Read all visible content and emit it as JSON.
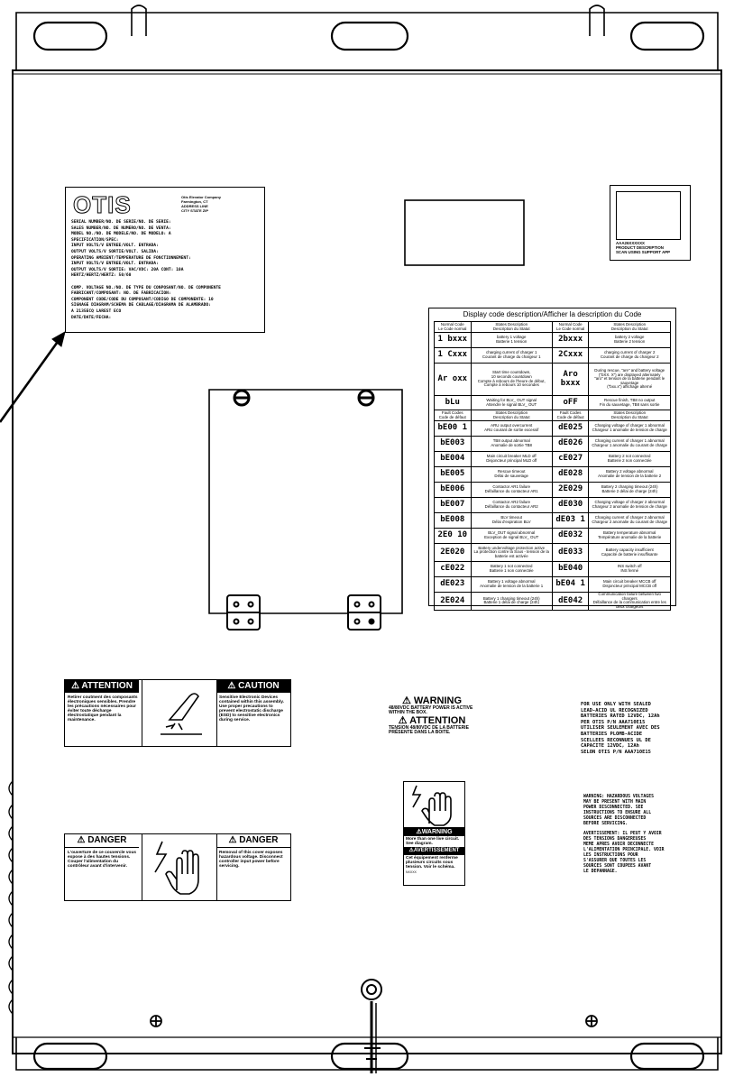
{
  "otis_label": {
    "logo": "OTIS",
    "small_lines": [
      "Otis Elevator Company",
      "Farmington, CT",
      "ADDRESS LINE",
      "CITY STATE ZIP"
    ],
    "lines": [
      "SERIAL NUMBER/NO. DE SERIE/NO. DE SERIE:",
      "SALES NUMBER/NO. DE NUMERO/NO. DE VENTA:",
      "MODEL NO./NO. DE MODELE/NO. DE MODELO: A",
      "SPECIFICATION/SPEC:",
      "INPUT VOLTS/V ENTREE/VOLT. ENTRADA:",
      "OUTPUT VOLTS/V SORTIE/VOLT. SALIDA:",
      "OPERATING AMBIENT/TEMPERATURE DE FONCTIONNEMENT:",
      "INPUT VOLTS/V ENTREE/VOLT. ENTRADA:",
      "OUTPUT VOLTS/V SORTIE:        VAC/VDC: 20A  CONT: 10A",
      "HERTZ/HERTZ/HERTZ: 50/60",
      "",
      "COMP. VOLTAGE NO./NO. DE TYPE DU CONPOSANT/NO. DE COMPONENTE",
      "FABRICANT/COMPOSANT: NO. DE FABRICACION:",
      "COMPONENT CODE/CODE DU COMPOSANT/CODIGO DE COMPONENTE: 10",
      "SIGNAGE DIAGRAM/SCHEMA DE CABLAGE/DIAGRAMA DE ALAMBRADO:",
      "A  2135ECQ LAREST ECO",
      "DATE/DATE/FECHA:"
    ]
  },
  "qr_label": {
    "caption": [
      "AAA26XXXXXX",
      "PRODUCT DESCRIPTION",
      "SCAN USING SUPPORT APP"
    ]
  },
  "code_table": {
    "title": "Display code description/Afficher la description du Code",
    "status_header": {
      "code": "Normal Code\nLe Code normal",
      "desc": "States Description\nDescription du Statut"
    },
    "fault_header": {
      "code": "Fault Codes\nCode de défaut",
      "desc": "States Description\nDescription du Statut"
    },
    "status_rows": [
      {
        "c1": "1 bxxx",
        "d1": "battery 1 voltage\nBatterie 1 tension",
        "c2": "2bxxx",
        "d2": "battery 2 voltage\nBatterie 2 tension"
      },
      {
        "c1": "1 Cxxx",
        "d1": "charging current of charger 1\nCourant de charge du chargeur 1",
        "c2": "2Cxxx",
        "d2": "charging current of charger 2\nCourant de charge du chargeur 2"
      },
      {
        "c1": "Ar oxx",
        "d1": "Start time countdown,\n10 seconds countdown\nCompte à rebours de l'heure de début,\nCompte à rebours 10 secondes",
        "c2": "Aro\nbxxx",
        "d2": "During rescue, \"are\" and battery voltage\n(\"bXX. X\") are displayed alternately\n\"aro\" et tension de la batterie pendant le sauvetage\n(\"bxx.x\") affichage alterné"
      },
      {
        "c1": "bLu",
        "d1": "Waiting for BLV_ OUT signal\nAttendre le signal BLV_ OUT",
        "c2": "oFF",
        "d2": "Rescue finish, TB8 no output\nFin du sauvetage, TB8 sans sortie"
      }
    ],
    "fault_rows": [
      {
        "c1": "bE00 1",
        "d1": "ARU output overcurrent\nARU courant de sortie excessif",
        "c2": "dE025",
        "d2": "Charging voltage of charger 1 abnormal\nChargeur 1 anomalie de tension de charge"
      },
      {
        "c1": "bE003",
        "d1": "TB8 output abnormal\nAnomalie de sortie TB8",
        "c2": "dE026",
        "d2": "Charging current of charger 1 abnormal\nChargeur 1 anomalie du courant de charge"
      },
      {
        "c1": "bE004",
        "d1": "Main circuit breaker MLD off\nDisjoncteur principal MLD off",
        "c2": "cE027",
        "d2": "Battery 2 not connected\nBatterie 2 non connectée"
      },
      {
        "c1": "bE005",
        "d1": "Rescue timeout\nDélai de sauvetage",
        "c2": "dE028",
        "d2": "Battery 2 voltage abnormal\nAnomalie de tension de la batterie 2"
      },
      {
        "c1": "bE006",
        "d1": "Contactor AR1 failure\nDéfaillance du contacteur AR1",
        "c2": "2E029",
        "d2": "Battery 2 charging timeout (24h)\nBatterie 2 délai de charge (24h)"
      },
      {
        "c1": "bE007",
        "d1": "Contactor AR2 failure\nDéfaillance du contacteur AR2",
        "c2": "dE030",
        "d2": "Charging voltage of charger 2 abnormal\nChargeur 2 anomalie de tension de charge"
      },
      {
        "c1": "bE008",
        "d1": "BLV timeout\nDélai d'expiration BLV",
        "c2": "dE03 1",
        "d2": "Charging current of charger 2 abnormal\nChargeur 2 anomalie du courant de charge"
      },
      {
        "c1": "2E0 10",
        "d1": "BLV_OUT signal abnormal\nException de signal BLV_ OUT",
        "c2": "dE032",
        "d2": "Battery temperature abnormal\nTempérature anomalie de la batterie"
      },
      {
        "c1": "2E020",
        "d1": "Battery undervoltage protection active\nLa protection contre la Sous - tension de la batterie est activée",
        "c2": "dE033",
        "d2": "Battery capacity insufficient\nCapacité de batterie insuffisante"
      },
      {
        "c1": "cE022",
        "d1": "Battery 1 not connected\nBatterie 1 non connectée",
        "c2": "bE040",
        "d2": "INS switch off\nINS fermé"
      },
      {
        "c1": "dE023",
        "d1": "Battery 1 voltage abnormal\nAnomalie de tension de la batterie 1",
        "c2": "bE04 1",
        "d2": "Main circuit breaker MCCB off\nDisjoncteur principal MCCB off"
      },
      {
        "c1": "2E024",
        "d1": "Battery 1 charging timeout (24h)\nBatterie 1 délai de charge (24h)",
        "c2": "dE042",
        "d2": "Communication failure between two chargers\nDéfaillance de la communication entre les deux chargeurs"
      }
    ]
  },
  "attention_label": {
    "left_title": "⚠ ATTENTION",
    "left_text": "Retirer coutment des composants électroniques sensibles. Prendre les précautions nécessaires pour éviter toute décharge électrostatique pendant la maintenance.",
    "right_title": "⚠ CAUTION",
    "right_text": "Sensitive Electronic Devices contained within this assembly. Use proper precautions to prevent electrostatic discharge (ESD) to sensitive electronics during service."
  },
  "warning_label": {
    "title": "⚠ WARNING",
    "text": "48/80VDC BATTERY POWER IS ACTIVE WITHIN THE BOX.",
    "title_fr": "⚠ ATTENTION",
    "text_fr": "TENSION 48/80VDC DE LA BATTERIE PRÉSENTE DANS LA BOITE."
  },
  "battery_label": {
    "lines": [
      "FOR USE ONLY WITH SEALED",
      "LEAD-ACID UL RECOGNIZED",
      "BATTERIES RATED 12VDC, 12Ah",
      "PER OTIS P/N AAA710E15",
      "UTILISER SEULEMENT AVEC DES",
      "BATTERIES PLOMB-ACIDE",
      "SCELLEES RECONNUES UL DE",
      "CAPACITE 12VDC, 12Ah",
      "SELON OTIS P/N AAA710E15"
    ]
  },
  "danger_label": {
    "left_title": "⚠ DANGER",
    "left_text": "L'ouverture de ce couvercle vous expose à des hautes tensions. Couper l'alimentation du contrôleur avant d'intervenir.",
    "right_title": "⚠ DANGER",
    "right_text": "Removal of this cover exposes hazardous voltage. Disconnect controller input power before servicing."
  },
  "hand_warning_label": {
    "title": "⚠WARNING",
    "text": "More than one live circuit. See diagram.",
    "title_fr": "⚠AVERTISSEMENT",
    "text_fr": "Cet équipement renferme plusieurs circuits sous tension. Voir le schéma.",
    "small": "NXXXX"
  },
  "hazard_label": {
    "lines": [
      "WARNING: HAZARDOUS VOLTAGES",
      "MAY BE PRESENT WITH MAIN",
      "POWER DISCONNECTED. SEE",
      "INSTRUCTIONS TO ENSURE ALL",
      "SOURCES ARE DISCONNECTED",
      "BEFORE SERVICING.",
      "",
      "AVERTISSEMENT: IL PEUT Y AVOIR",
      "DES TENSIONS DANGEREUSES",
      "MEME APRES AVOIR DECONNECTE",
      "L'ALIMENTATION PRINCIPALE. VOIR",
      "LES INSTRUCTIONS POUR",
      "S'ASSURER QUE TOUTES LES",
      "SOURCES SONT COUPEES AVANT",
      "LE DEPANNAGE."
    ]
  }
}
